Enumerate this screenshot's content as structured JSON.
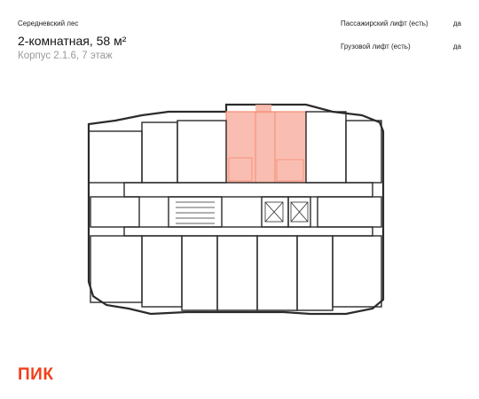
{
  "header": {
    "project_name": "Середневский лес",
    "apartment_title": "2-комнатная, 58 м²",
    "building_floor": "Корпус 2.1.6, 7 этаж"
  },
  "properties": [
    {
      "label": "Пассажирский лифт (есть)",
      "value": "да"
    },
    {
      "label": "Грузовой лифт (есть)",
      "value": "да"
    }
  ],
  "floorplan": {
    "highlight_color": "#f58a72",
    "highlight_fill": "#f8b3a3",
    "wall_color": "#2b2b2b"
  },
  "brand": {
    "logo_text": "ПИК",
    "color": "#f0411c"
  }
}
